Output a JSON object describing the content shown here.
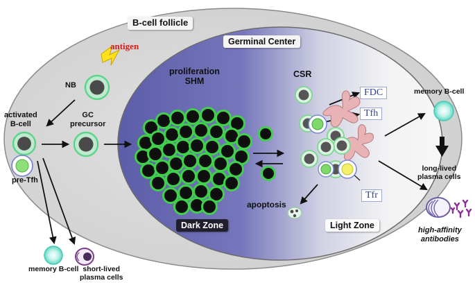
{
  "labels": {
    "follicle": "B-cell follicle",
    "germinal_center": "Germinal Center",
    "antigen": "antigen",
    "nb": "NB",
    "activated_line1": "activated",
    "activated_line2": "B-cell",
    "pre_tfh": "pre-Tfh",
    "gc_line1": "GC",
    "gc_line2": "precursor",
    "proliferation_line1": "proliferation",
    "proliferation_line2": "SHM",
    "dark_zone": "Dark Zone",
    "light_zone": "Light Zone",
    "csr": "CSR",
    "fdc": "FDC",
    "tfh": "Tfh",
    "tfr": "Tfr",
    "apoptosis": "apoptosis",
    "memory_right": "memory B-cell",
    "longlived_line1": "long-lived",
    "longlived_line2": "plasma cells",
    "antibodies_line1": "high-affinity",
    "antibodies_line2": "antibodies",
    "memory_bottom": "memory B-cell",
    "shortlived_line1": "short-lived",
    "shortlived_line2": "plasma cells"
  },
  "colors": {
    "follicle_fill": "#dcdcdc",
    "dark_zone": "#6f70b8",
    "light_zone": "#f2f2f4",
    "cell_outline": "#3fd14a",
    "nucleus": "#3a3a3a",
    "fdc": "#e9b3b5",
    "antigen": "#d41c1c",
    "label_blue": "#2c3f9a"
  },
  "icons": {
    "lightning": "lightning-icon",
    "antibody": "antibody-icon"
  }
}
